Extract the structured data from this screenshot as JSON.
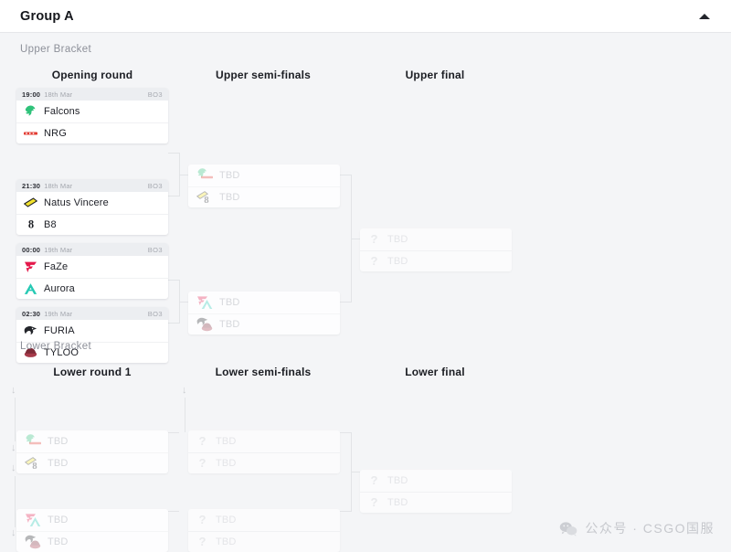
{
  "header": {
    "title": "Group A",
    "collapse_icon": "chevron-up-icon"
  },
  "sections": {
    "upper_label": "Upper Bracket",
    "lower_label": "Lower Bracket"
  },
  "rounds": {
    "opening": "Opening round",
    "upper_semis": "Upper semi-finals",
    "upper_final": "Upper final",
    "lower_r1": "Lower round 1",
    "lower_semis": "Lower semi-finals",
    "lower_final": "Lower final"
  },
  "placeholder": {
    "tbd": "TBD",
    "qmark": "?"
  },
  "upper_bracket": {
    "opening_round": [
      {
        "time": "19:00",
        "date": "18th Mar",
        "format": "BO3",
        "teams": [
          {
            "name": "Falcons",
            "logo": "falcons-logo",
            "color": "#2fc27a"
          },
          {
            "name": "NRG",
            "logo": "nrg-logo",
            "color": "#e23b32"
          }
        ]
      },
      {
        "time": "21:30",
        "date": "18th Mar",
        "format": "BO3",
        "teams": [
          {
            "name": "Natus Vincere",
            "logo": "navi-logo",
            "color": "#f2e22c"
          },
          {
            "name": "B8",
            "logo": "b8-logo",
            "color": "#1d1f24"
          }
        ]
      },
      {
        "time": "00:00",
        "date": "19th Mar",
        "format": "BO3",
        "teams": [
          {
            "name": "FaZe",
            "logo": "faze-logo",
            "color": "#e4194b"
          },
          {
            "name": "Aurora",
            "logo": "aurora-logo",
            "color": "#27c9b4"
          }
        ]
      },
      {
        "time": "02:30",
        "date": "19th Mar",
        "format": "BO3",
        "teams": [
          {
            "name": "FURIA",
            "logo": "furia-logo",
            "color": "#24262b"
          },
          {
            "name": "TYLOO",
            "logo": "tyloo-logo",
            "color": "#a63a4a"
          }
        ]
      }
    ],
    "upper_semi_finals": [
      {
        "teams": [
          {
            "name": "TBD",
            "logos": [
              "falcons-logo",
              "nrg-logo"
            ],
            "colors": [
              "#2fc27a",
              "#e23b32"
            ]
          },
          {
            "name": "TBD",
            "logos": [
              "navi-logo",
              "b8-logo"
            ],
            "colors": [
              "#f2e22c",
              "#1d1f24"
            ]
          }
        ]
      },
      {
        "teams": [
          {
            "name": "TBD",
            "logos": [
              "faze-logo",
              "aurora-logo"
            ],
            "colors": [
              "#e4194b",
              "#27c9b4"
            ]
          },
          {
            "name": "TBD",
            "logos": [
              "furia-logo",
              "tyloo-logo"
            ],
            "colors": [
              "#24262b",
              "#a63a4a"
            ]
          }
        ]
      }
    ],
    "upper_final": [
      {
        "teams": [
          {
            "name": "TBD",
            "logo": "question-mark-icon"
          },
          {
            "name": "TBD",
            "logo": "question-mark-icon"
          }
        ]
      }
    ]
  },
  "lower_bracket": {
    "lower_round_1": [
      {
        "teams": [
          {
            "name": "TBD",
            "logos": [
              "falcons-logo",
              "nrg-logo"
            ],
            "colors": [
              "#2fc27a",
              "#e23b32"
            ]
          },
          {
            "name": "TBD",
            "logos": [
              "navi-logo",
              "b8-logo"
            ],
            "colors": [
              "#f2e22c",
              "#1d1f24"
            ]
          }
        ]
      },
      {
        "teams": [
          {
            "name": "TBD",
            "logos": [
              "faze-logo",
              "aurora-logo"
            ],
            "colors": [
              "#e4194b",
              "#27c9b4"
            ]
          },
          {
            "name": "TBD",
            "logos": [
              "furia-logo",
              "tyloo-logo"
            ],
            "colors": [
              "#24262b",
              "#a63a4a"
            ]
          }
        ]
      }
    ],
    "lower_semi_finals": [
      {
        "teams": [
          {
            "name": "TBD",
            "logo": "question-mark-icon"
          },
          {
            "name": "TBD",
            "logo": "question-mark-icon"
          }
        ]
      },
      {
        "teams": [
          {
            "name": "TBD",
            "logo": "question-mark-icon"
          },
          {
            "name": "TBD",
            "logo": "question-mark-icon"
          }
        ]
      }
    ],
    "lower_final": [
      {
        "teams": [
          {
            "name": "TBD",
            "logo": "question-mark-icon"
          },
          {
            "name": "TBD",
            "logo": "question-mark-icon"
          }
        ]
      }
    ]
  },
  "watermark": {
    "icon": "wechat-icon",
    "text": "公众号 · CSGO国服"
  }
}
